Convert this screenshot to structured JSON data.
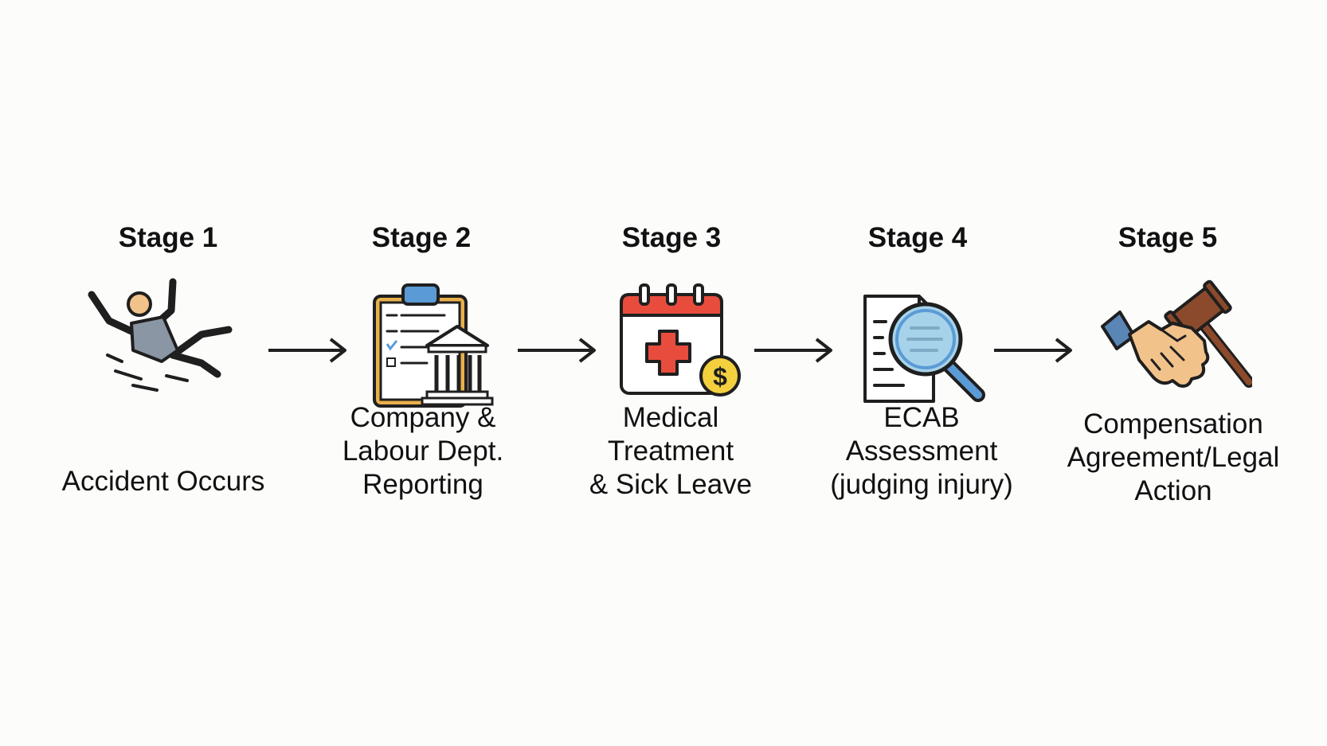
{
  "stages": [
    {
      "title": "Stage 1",
      "label_lines": [
        "Accident Occurs"
      ],
      "icon": "falling-person-icon"
    },
    {
      "title": "Stage 2",
      "label_lines": [
        "Company &",
        "Labour Dept.",
        "Reporting"
      ],
      "icon": "clipboard-government-building-icon"
    },
    {
      "title": "Stage 3",
      "label_lines": [
        "Medical",
        "Treatment",
        "& Sick Leave"
      ],
      "icon": "calendar-medical-cross-dollar-icon"
    },
    {
      "title": "Stage 4",
      "label_lines": [
        "ECAB",
        "Assessment",
        "(judging injury)"
      ],
      "icon": "document-magnifying-glass-icon"
    },
    {
      "title": "Stage 5",
      "label_lines": [
        "Compensation",
        "Agreement/Legal",
        "Action"
      ],
      "icon": "handshake-gavel-icon"
    }
  ],
  "connector_icon": "arrow-right-icon",
  "colors": {
    "background": "#fcfcfb",
    "text": "#111111",
    "outline": "#1f1f1f",
    "calendar_red": "#e84c3d",
    "coin_yellow": "#f4d03f",
    "clipboard_orange": "#e8b04b",
    "clip_blue": "#5b9bd5",
    "lens_blue": "#a7d3ea",
    "sleeve_blue": "#5a86b5",
    "skin": "#f2c28b",
    "gavel_brown": "#8b4a2b"
  }
}
